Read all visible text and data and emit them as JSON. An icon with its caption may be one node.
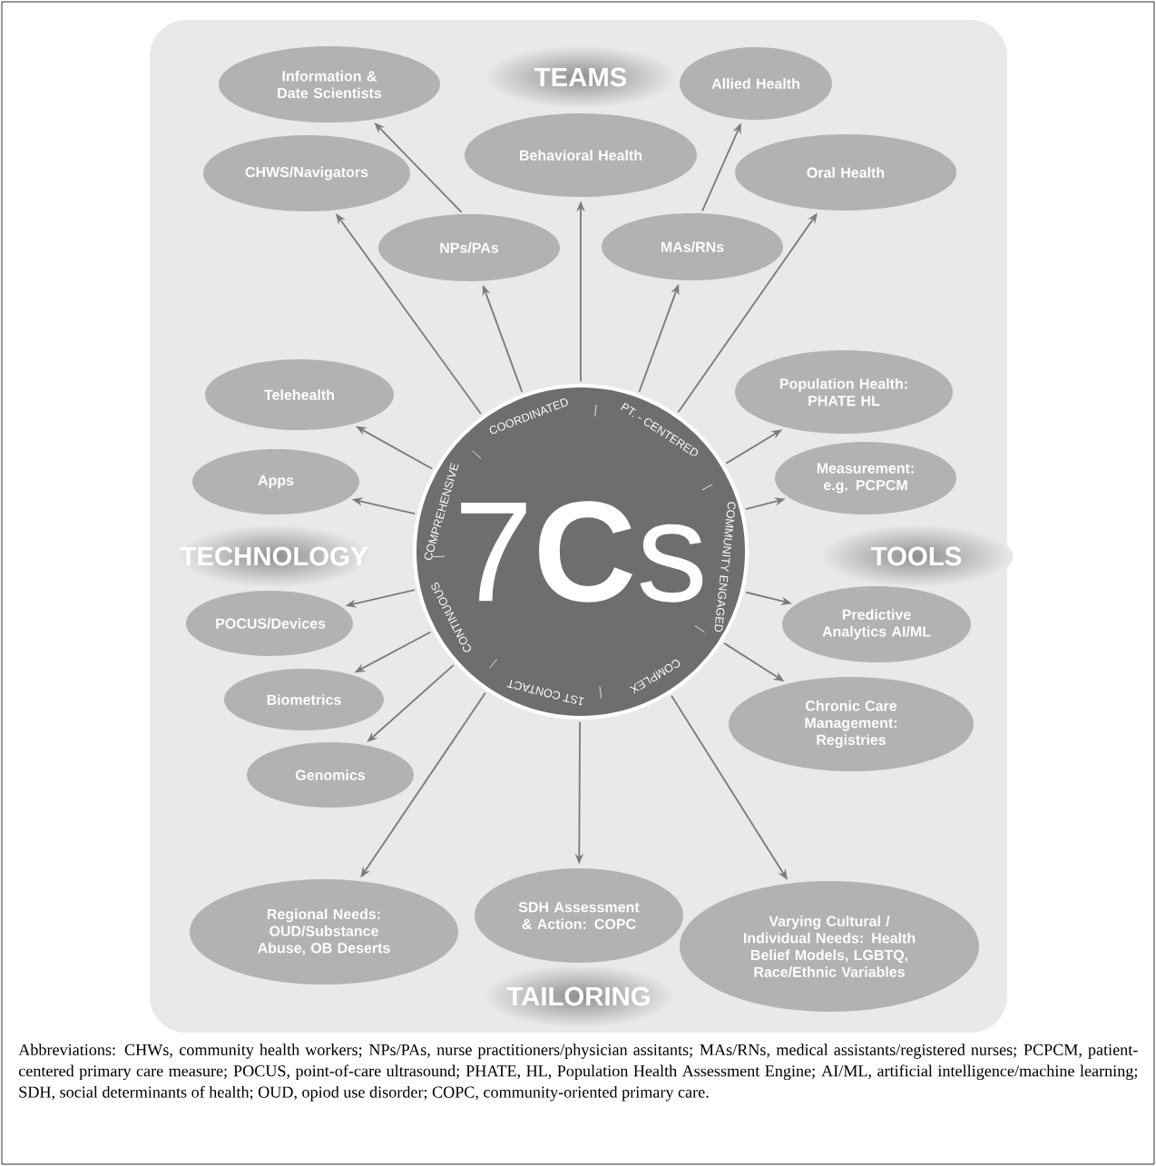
{
  "diagram": {
    "caption": "Abbreviations: CHWs, community health workers; NPs/PAs, nurse practitioners/physician assitants; MAs/RNs, medical assistants/registered nurses; PCPCM, patient-centered primary care measure; POCUS, point-of-care ultrasound; PHATE, HL, Population Health Assessment Engine; AI/ML, artificial intelligence/machine learning; SDH, social determinants of health; OUD, opiod use disorder; COPC, community-oriented primary care.",
    "nodes": [
      {
        "text": [
          "7**C**s",
          "COORDINATED",
          "PT. - CENTERED",
          "COMMUNITY ENGAGED",
          "COMPLEX",
          "1ST CONTACT",
          "CONTINUOUS",
          "COMPREHENSIVE"
        ]
      },
      {
        "text": [
          "Information & Date Scientists"
        ]
      },
      {
        "text": [
          "Allied Health"
        ]
      },
      {
        "text": [
          "Behavioral Health"
        ]
      },
      {
        "text": [
          "CHWS/Navigators"
        ]
      },
      {
        "text": [
          "Oral Health"
        ]
      },
      {
        "text": [
          "NPs/PAs"
        ]
      },
      {
        "text": [
          "MAs/RNs"
        ]
      },
      {
        "text": [
          "Telehealth"
        ]
      },
      {
        "text": [
          "Apps"
        ]
      },
      {
        "text": [
          "POCUS/Devices"
        ]
      },
      {
        "text": [
          "Biometrics"
        ]
      },
      {
        "text": [
          "Genomics"
        ]
      },
      {
        "text": [
          "Population Health: PHATE HL"
        ]
      },
      {
        "text": [
          "Measurement: e.g. PCPCM"
        ]
      },
      {
        "text": [
          "Predictive Analytics AI/ML"
        ]
      },
      {
        "text": [
          "Chronic Care Management: Registries"
        ]
      },
      {
        "text": [
          "SDH Assessment & Action: COPC"
        ]
      },
      {
        "text": [
          "Regional Needs: OUD/Substance Abuse, OB Deserts"
        ]
      },
      {
        "text": [
          "Varying Cultural / Individual Needs: Health Belief Models, LGBTQ, Race/Ethnic Variables"
        ]
      }
    ],
    "edges": [
      {
        "from": 0,
        "to": 4,
        "arrow": "to"
      },
      {
        "from": 0,
        "to": 6,
        "arrow": "to"
      },
      {
        "from": 6,
        "to": 1,
        "arrow": "to"
      },
      {
        "from": 0,
        "to": 3,
        "arrow": "to"
      },
      {
        "from": 0,
        "to": 7,
        "arrow": "to"
      },
      {
        "from": 7,
        "to": 2,
        "arrow": "to"
      },
      {
        "from": 0,
        "to": 5,
        "arrow": "to"
      },
      {
        "from": 0,
        "to": 8,
        "arrow": "to"
      },
      {
        "from": 0,
        "to": 9,
        "arrow": "to"
      },
      {
        "from": 0,
        "to": 10,
        "arrow": "to"
      },
      {
        "from": 0,
        "to": 11,
        "arrow": "to"
      },
      {
        "from": 0,
        "to": 12,
        "arrow": "to"
      },
      {
        "from": 0,
        "to": 13,
        "arrow": "to"
      },
      {
        "from": 0,
        "to": 14,
        "arrow": "to"
      },
      {
        "from": 0,
        "to": 15,
        "arrow": "to"
      },
      {
        "from": 0,
        "to": 16,
        "arrow": "to"
      },
      {
        "from": 0,
        "to": 18,
        "arrow": "to"
      },
      {
        "from": 0,
        "to": 17,
        "arrow": "to"
      },
      {
        "from": 0,
        "to": 19,
        "arrow": "to"
      }
    ],
    "labels": [
      "TEAMS",
      "TECHNOLOGY",
      "TOOLS",
      "TAILORING"
    ]
  }
}
